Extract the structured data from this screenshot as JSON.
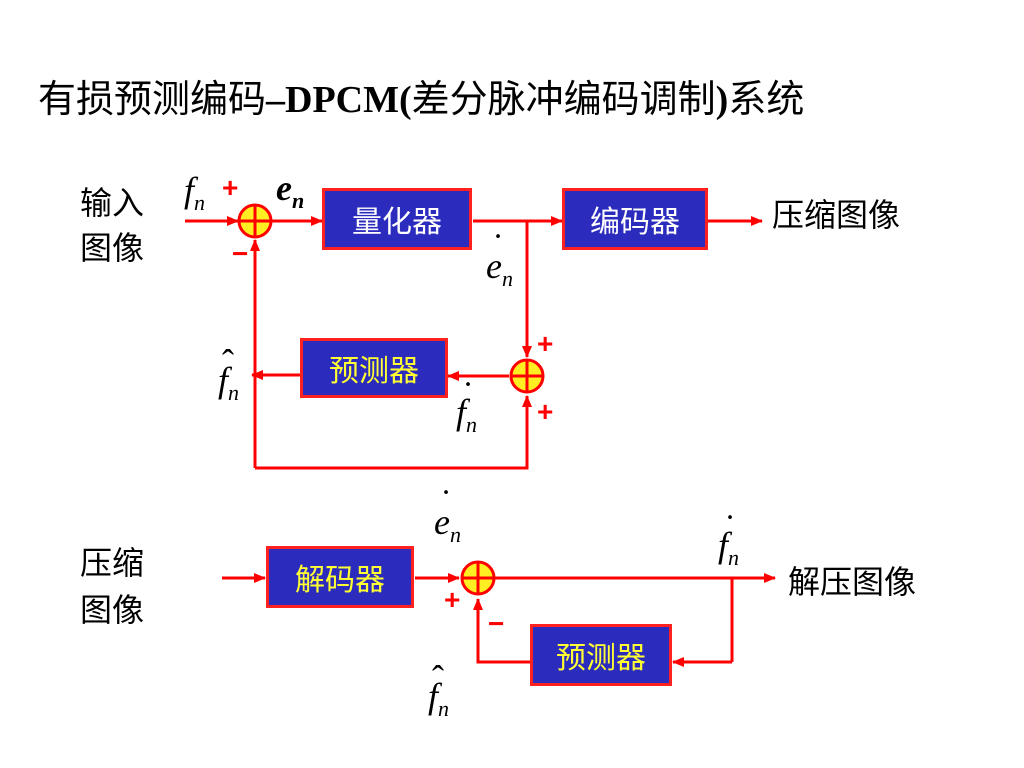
{
  "title": {
    "prefix": "有损预测编码",
    "dash": "–",
    "latin": "DPCM",
    "paren_open": "(",
    "subtitle": "差分脉冲编码调制",
    "paren_close": ")",
    "suffix": "系统"
  },
  "encoder": {
    "input_label_line1": "输入",
    "input_label_line2": "图像",
    "quantizer": "量化器",
    "coder": "编码器",
    "output_label": "压缩图像",
    "predictor": "预测器",
    "signal_f": "f",
    "signal_e": "e",
    "subscript": "n",
    "sign_plus": "+",
    "sign_minus": "−"
  },
  "decoder": {
    "input_label_line1": "压缩",
    "input_label_line2": "图像",
    "decoder_block": "解码器",
    "predictor": "预测器",
    "output_label": "解压图像",
    "signal_f": "f",
    "signal_e": "e",
    "subscript": "n",
    "sign_plus": "+",
    "sign_minus": "−"
  },
  "colors": {
    "line": "#ff0000",
    "block_fill": "#2b2bbd",
    "block_text": "#ffff33",
    "summer_fill": "#ffee22"
  }
}
